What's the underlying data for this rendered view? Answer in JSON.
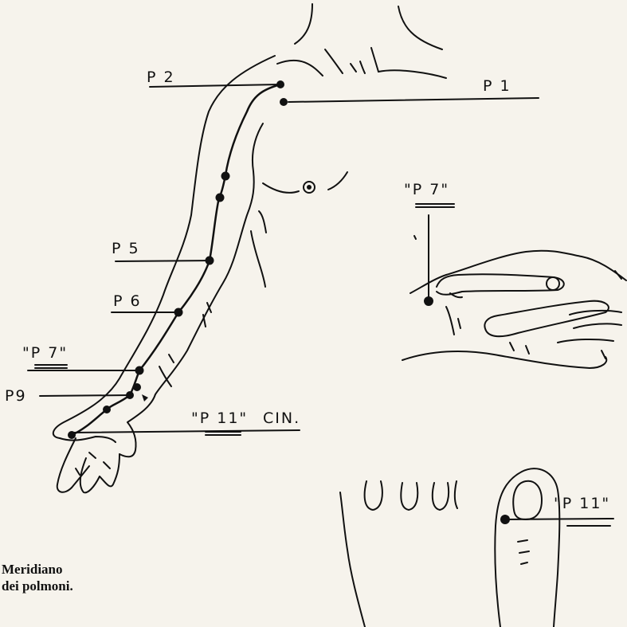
{
  "labels": {
    "p2": "P 2",
    "p1": "P 1",
    "p5": "P 5",
    "p6": "P 6",
    "p7_arm": "\"P 7\"",
    "p9": "P9",
    "p11_arm": "\"P 11\"",
    "cin": "CIN.",
    "p7_hand": "\"P 7\"",
    "p11_thumb": "\"P 11\""
  },
  "caption": {
    "line1": "Meridiano",
    "line2": "dei polmoni."
  },
  "colors": {
    "ink": "#111111",
    "paper": "#f6f3ec"
  }
}
